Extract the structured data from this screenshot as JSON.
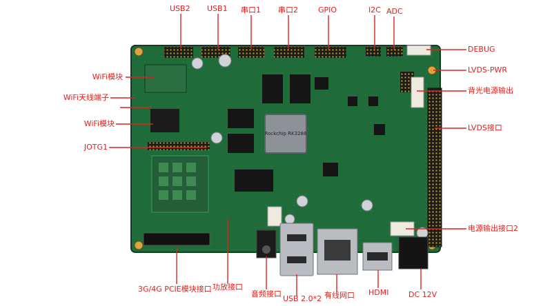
{
  "colors": {
    "annotation": "#e2211c",
    "pcb": "#1f6b3a",
    "pcb_dark": "#144d29",
    "header_pin": "#2b2b2b",
    "metal": "#9aa0a6"
  },
  "top_labels": {
    "usb2": "USB2",
    "usb1": "USB1",
    "serial1": "串口1",
    "serial2": "串口2",
    "gpio": "GPIO",
    "i2c": "I2C",
    "adc": "ADC"
  },
  "right_labels": {
    "debug": "DEBUG",
    "lvds_pwr": "LVDS-PWR",
    "backlight_power_out": "背光电源输出",
    "lvds_port": "LVDS接口",
    "power_out_2": "电源输出接口2"
  },
  "left_labels": {
    "wifi_module_1": "WiFi模块",
    "wifi_antenna": "WiFi天线端子",
    "wifi_module_2": "WiFi模块",
    "jotg1": "JOTG1"
  },
  "bottom_labels": {
    "pcie_module": "3G/4G PCIE模块接口",
    "amp_port": "功放接口",
    "audio_port": "音频接口",
    "usb20": "USB 2.0*2",
    "ethernet": "有线网口",
    "hdmi": "HDMI",
    "dc12v": "DC 12V"
  },
  "board": {
    "cpu_marking": "Rockchip RK3288"
  }
}
